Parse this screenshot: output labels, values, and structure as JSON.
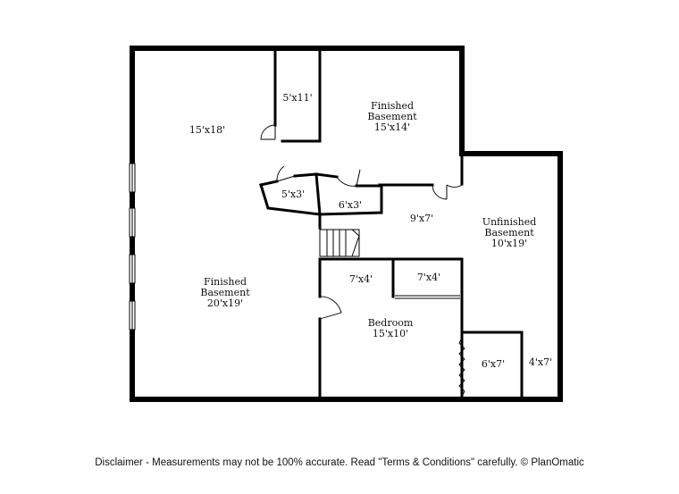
{
  "rooms": {
    "top_left": {
      "dims": "15'x18'"
    },
    "closet_top": {
      "dims": "5'x11'"
    },
    "finished_top": {
      "name_line1": "Finished",
      "name_line2": "Basement",
      "dims": "15'x14'"
    },
    "closet_mid_left": {
      "dims": "5'x3'"
    },
    "closet_mid_right": {
      "dims": "6'x3'"
    },
    "hall": {
      "dims": "9'x7'"
    },
    "unfinished": {
      "name_line1": "Unfinished",
      "name_line2": "Basement",
      "dims": "10'x19'"
    },
    "finished_main": {
      "name_line1": "Finished",
      "name_line2": "Basement",
      "dims": "20'x19'"
    },
    "closet_a": {
      "dims": "7'x4'"
    },
    "closet_b": {
      "dims": "7'x4'"
    },
    "bedroom": {
      "name_line1": "Bedroom",
      "dims": "15'x10'"
    },
    "closet_c": {
      "dims": "6'x7'"
    },
    "closet_d": {
      "dims": "4'x7'"
    }
  },
  "disclaimer": "Disclaimer - Measurements may not be 100% accurate. Read \"Terms & Conditions\" carefully. © PlanOmatic"
}
